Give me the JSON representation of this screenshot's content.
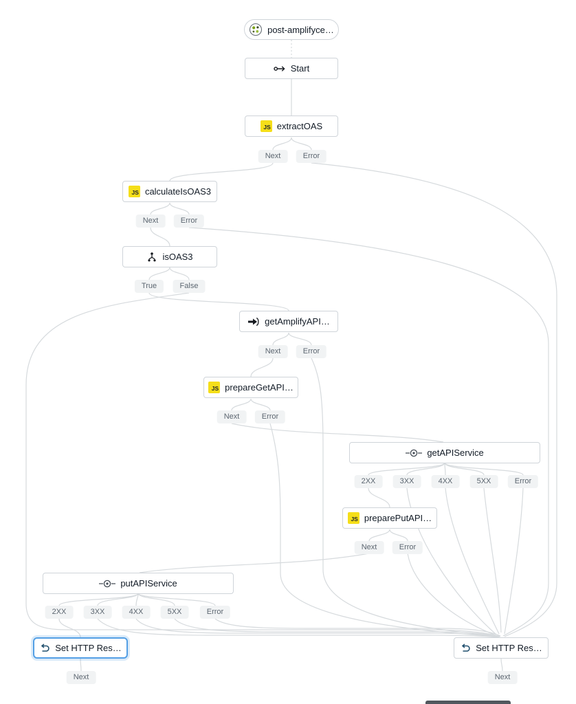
{
  "canvas": {
    "background_color": "#ffffff",
    "edge_color": "#d6dadd",
    "selected_border_color": "#539fe5"
  },
  "trigger": {
    "label": "post-amplifyce…",
    "icon": "workflow-icon"
  },
  "icons": {
    "js_label": "JS"
  },
  "nodes": [
    {
      "id": "start",
      "label": "Start",
      "icon": "start-icon",
      "ports": []
    },
    {
      "id": "extractOAS",
      "label": "extractOAS",
      "icon": "js-icon",
      "ports": [
        "Next",
        "Error"
      ]
    },
    {
      "id": "calculateIsOAS3",
      "label": "calculateIsOAS3",
      "icon": "js-icon",
      "ports": [
        "Next",
        "Error"
      ]
    },
    {
      "id": "isOAS3",
      "label": "isOAS3",
      "icon": "choice-icon",
      "ports": [
        "True",
        "False"
      ]
    },
    {
      "id": "getAmplifyAPI",
      "label": "getAmplifyAPI…",
      "icon": "invoke-icon",
      "ports": [
        "Next",
        "Error"
      ]
    },
    {
      "id": "prepareGetAPI",
      "label": "prepareGetAPI…",
      "icon": "js-icon",
      "ports": [
        "Next",
        "Error"
      ]
    },
    {
      "id": "getAPIService",
      "label": "getAPIService",
      "icon": "api-call-icon",
      "ports": [
        "2XX",
        "3XX",
        "4XX",
        "5XX",
        "Error"
      ]
    },
    {
      "id": "preparePutAPI",
      "label": "preparePutAPI…",
      "icon": "js-icon",
      "ports": [
        "Next",
        "Error"
      ]
    },
    {
      "id": "putAPIService",
      "label": "putAPIService",
      "icon": "api-call-icon",
      "ports": [
        "2XX",
        "3XX",
        "4XX",
        "5XX",
        "Error"
      ]
    },
    {
      "id": "setHttpResponseLeft",
      "label": "Set HTTP Res…",
      "icon": "response-icon",
      "ports": [
        "Next"
      ],
      "selected": true
    },
    {
      "id": "setHttpResponseRight",
      "label": "Set HTTP Res…",
      "icon": "response-icon",
      "ports": [
        "Next"
      ]
    }
  ],
  "edges": [
    {
      "from": "trigger",
      "to": "start",
      "style": "dotted"
    },
    {
      "from": "start",
      "to": "extractOAS"
    },
    {
      "from": "extractOAS.Next",
      "to": "calculateIsOAS3"
    },
    {
      "from": "extractOAS.Error",
      "to": "setHttpResponseRight"
    },
    {
      "from": "calculateIsOAS3.Next",
      "to": "isOAS3"
    },
    {
      "from": "calculateIsOAS3.Error",
      "to": "setHttpResponseRight"
    },
    {
      "from": "isOAS3.True",
      "to": "getAmplifyAPI"
    },
    {
      "from": "isOAS3.False",
      "to": "setHttpResponseRight"
    },
    {
      "from": "getAmplifyAPI.Next",
      "to": "prepareGetAPI"
    },
    {
      "from": "getAmplifyAPI.Error",
      "to": "setHttpResponseRight"
    },
    {
      "from": "prepareGetAPI.Next",
      "to": "getAPIService"
    },
    {
      "from": "prepareGetAPI.Error",
      "to": "setHttpResponseRight"
    },
    {
      "from": "getAPIService.2XX",
      "to": "preparePutAPI"
    },
    {
      "from": "getAPIService.3XX",
      "to": "setHttpResponseRight"
    },
    {
      "from": "getAPIService.4XX",
      "to": "setHttpResponseRight"
    },
    {
      "from": "getAPIService.5XX",
      "to": "setHttpResponseRight"
    },
    {
      "from": "getAPIService.Error",
      "to": "setHttpResponseRight"
    },
    {
      "from": "preparePutAPI.Next",
      "to": "putAPIService"
    },
    {
      "from": "preparePutAPI.Error",
      "to": "setHttpResponseRight"
    },
    {
      "from": "putAPIService.2XX",
      "to": "setHttpResponseLeft"
    },
    {
      "from": "putAPIService.3XX",
      "to": "setHttpResponseRight"
    },
    {
      "from": "putAPIService.4XX",
      "to": "setHttpResponseRight"
    },
    {
      "from": "putAPIService.5XX",
      "to": "setHttpResponseRight"
    },
    {
      "from": "putAPIService.Error",
      "to": "setHttpResponseRight"
    }
  ]
}
